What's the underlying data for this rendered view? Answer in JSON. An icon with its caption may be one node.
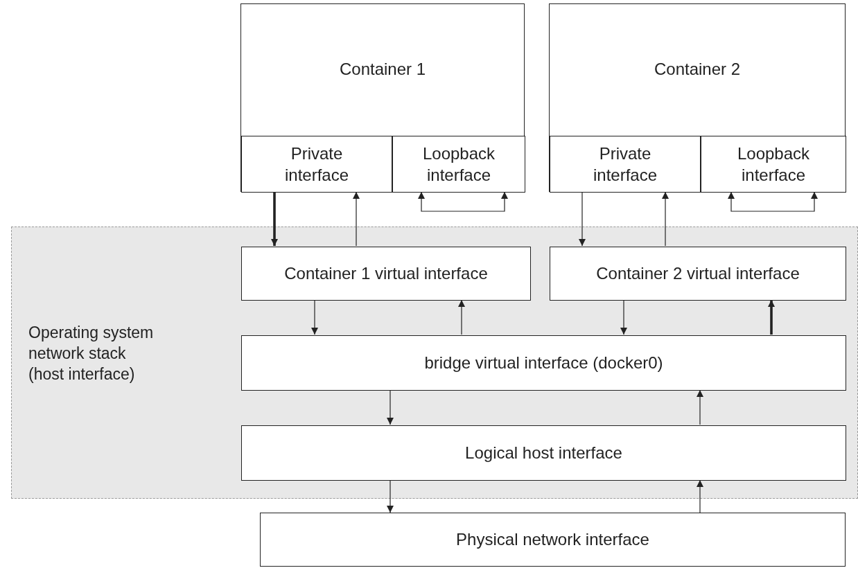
{
  "diagram": {
    "nodes": [
      {
        "text": [
          "Container 1"
        ]
      },
      {
        "text": [
          "Private interface"
        ],
        "in": 0
      },
      {
        "text": [
          "Loopback interface"
        ],
        "in": 0
      },
      {
        "text": [
          "Container 2"
        ]
      },
      {
        "text": [
          "Private interface"
        ],
        "in": 3
      },
      {
        "text": [
          "Loopback interface"
        ],
        "in": 3
      },
      {
        "text": [
          "Operating system network stack (host interface)"
        ]
      },
      {
        "text": [
          "Container 1 virtual interface"
        ],
        "in": 6
      },
      {
        "text": [
          "Container 2 virtual interface"
        ],
        "in": 6
      },
      {
        "text": [
          "bridge virtual interface (docker0)"
        ],
        "in": 6
      },
      {
        "text": [
          "Logical host interface"
        ],
        "in": 6
      },
      {
        "text": [
          "Physical network interface"
        ]
      }
    ],
    "edges": [
      {
        "from": 1,
        "to": 7,
        "arrow": "to",
        "style": "thick"
      },
      {
        "from": 7,
        "to": 1,
        "arrow": "to"
      },
      {
        "from": 2,
        "to": 2,
        "arrow": "both"
      },
      {
        "from": 4,
        "to": 8,
        "arrow": "to"
      },
      {
        "from": 8,
        "to": 4,
        "arrow": "to"
      },
      {
        "from": 5,
        "to": 5,
        "arrow": "both"
      },
      {
        "from": 7,
        "to": 9,
        "arrow": "to"
      },
      {
        "from": 9,
        "to": 7,
        "arrow": "to"
      },
      {
        "from": 8,
        "to": 9,
        "arrow": "to"
      },
      {
        "from": 9,
        "to": 8,
        "arrow": "to",
        "style": "thick"
      },
      {
        "from": 9,
        "to": 10,
        "arrow": "to"
      },
      {
        "from": 10,
        "to": 9,
        "arrow": "to"
      },
      {
        "from": 10,
        "to": 11,
        "arrow": "to"
      },
      {
        "from": 11,
        "to": 10,
        "arrow": "to"
      }
    ]
  }
}
